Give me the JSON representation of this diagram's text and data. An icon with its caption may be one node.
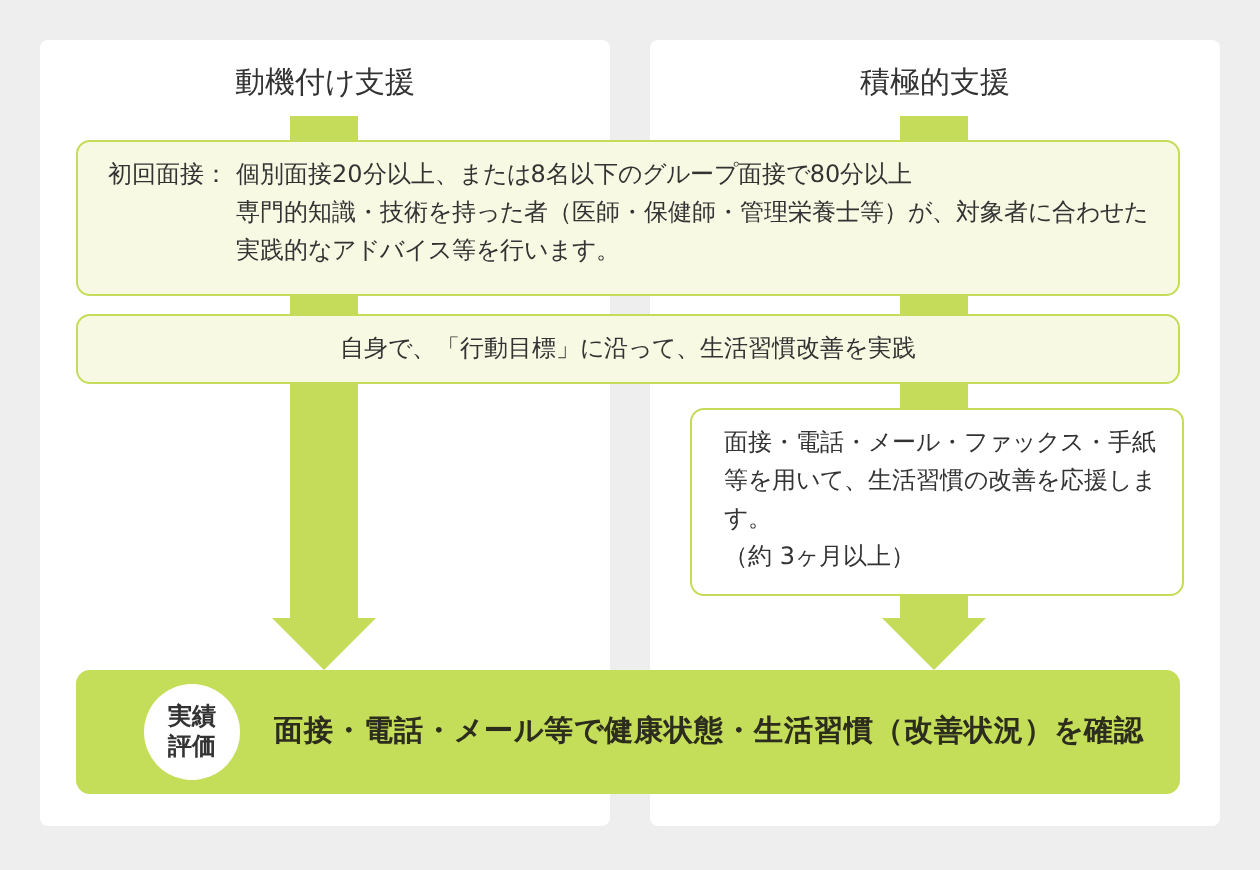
{
  "diagram": {
    "nodes": [
      {
        "text": [
          "初回面接：",
          "個別面接20分以上、または8名以下のグループ面接で80分以上",
          "専門的知識・技術を持った者（医師・保健師・管理栄養士等）が、対象者に合わせた実践的なアドバイス等を行います。"
        ]
      },
      {
        "text": [
          "自身で、「行動目標」に沿って、生活習慣改善を実践"
        ]
      },
      {
        "text": [
          "面接・電話・メール・ファックス・手紙等を用いて、生活習慣の改善を応援します。",
          "（約 3ヶ月以上）"
        ]
      },
      {
        "text": [
          "面接・電話・メール等で健康状態・生活習慣（改善状況）を確認"
        ]
      },
      {
        "text": [
          "実績評価"
        ],
        "in": 3
      }
    ],
    "edges": [
      {
        "from": 0,
        "to": 1,
        "arrow": "none"
      },
      {
        "from": 0,
        "to": 1,
        "arrow": "none"
      },
      {
        "from": 1,
        "to": 3,
        "arrow": "to"
      },
      {
        "from": 1,
        "to": 2,
        "arrow": "none"
      },
      {
        "from": 2,
        "to": 3,
        "arrow": "to"
      }
    ],
    "labels": [
      "動機付け支援",
      "積極的支援"
    ]
  }
}
